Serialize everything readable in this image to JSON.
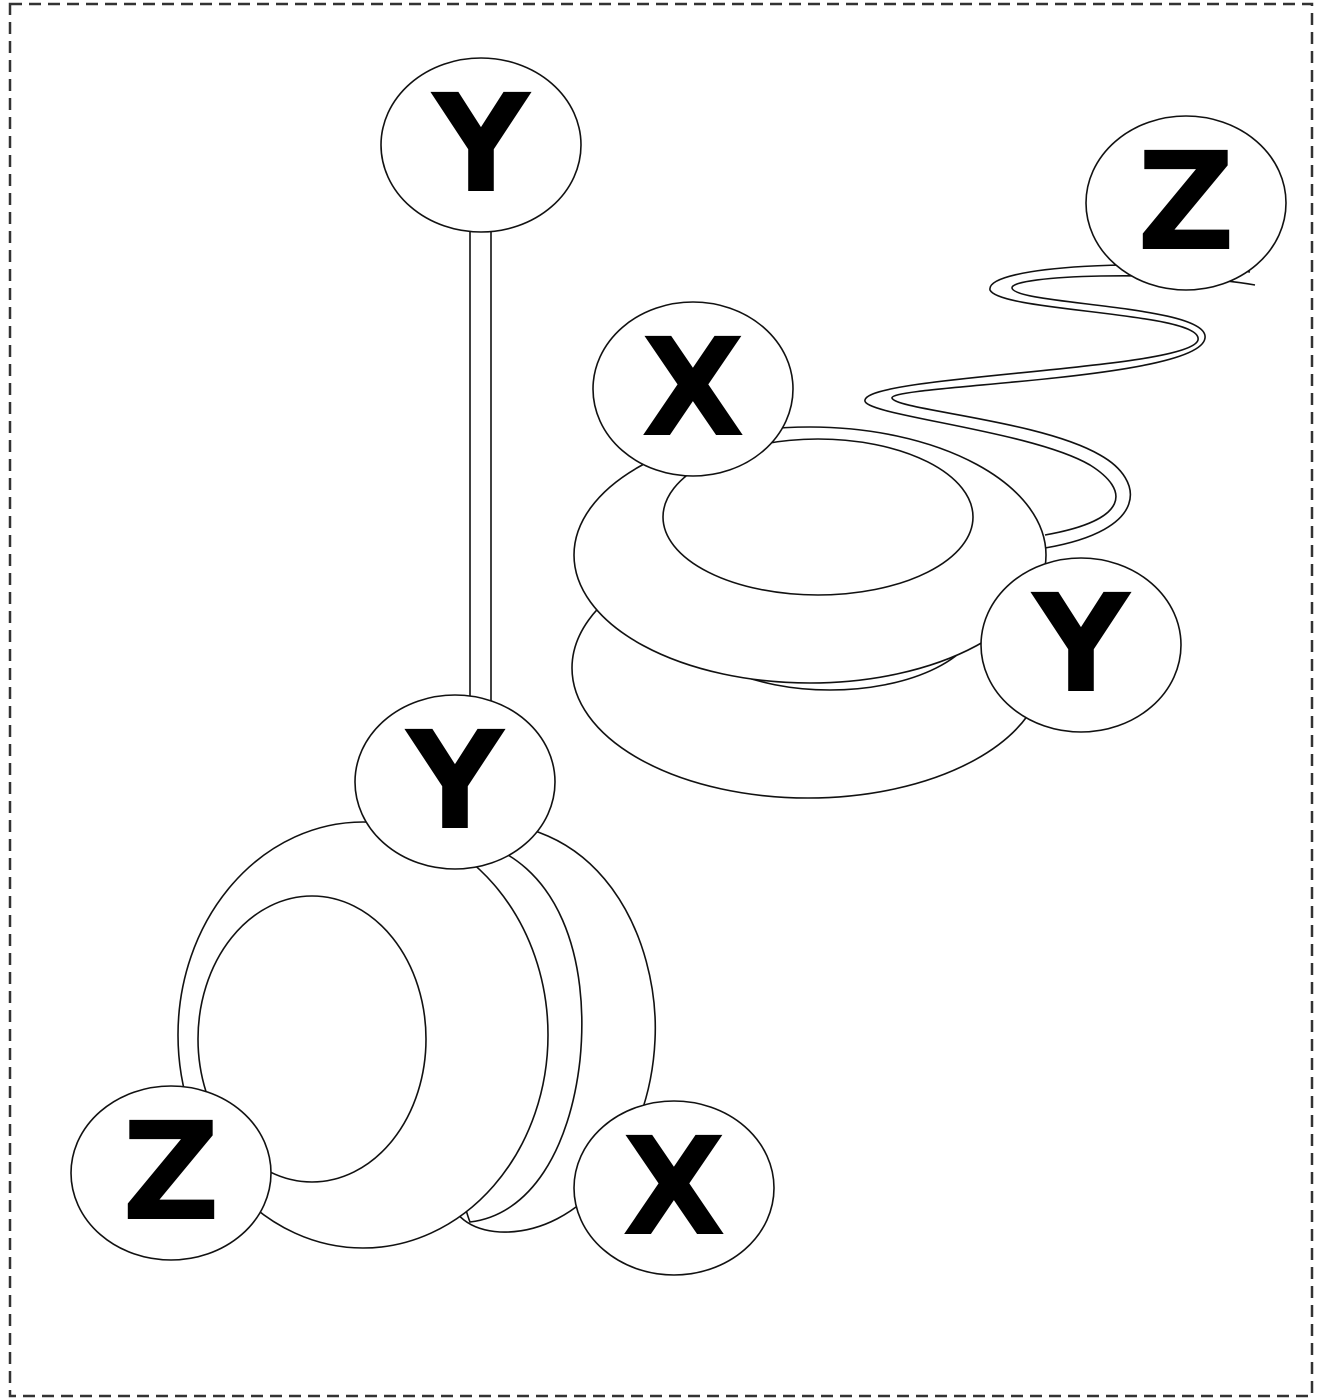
{
  "labels": {
    "top_y": "Y",
    "middle_y": "Y",
    "bottom_left_z": "Z",
    "bottom_x": "X",
    "right_x": "X",
    "right_y": "Y",
    "top_right_z": "Z"
  }
}
